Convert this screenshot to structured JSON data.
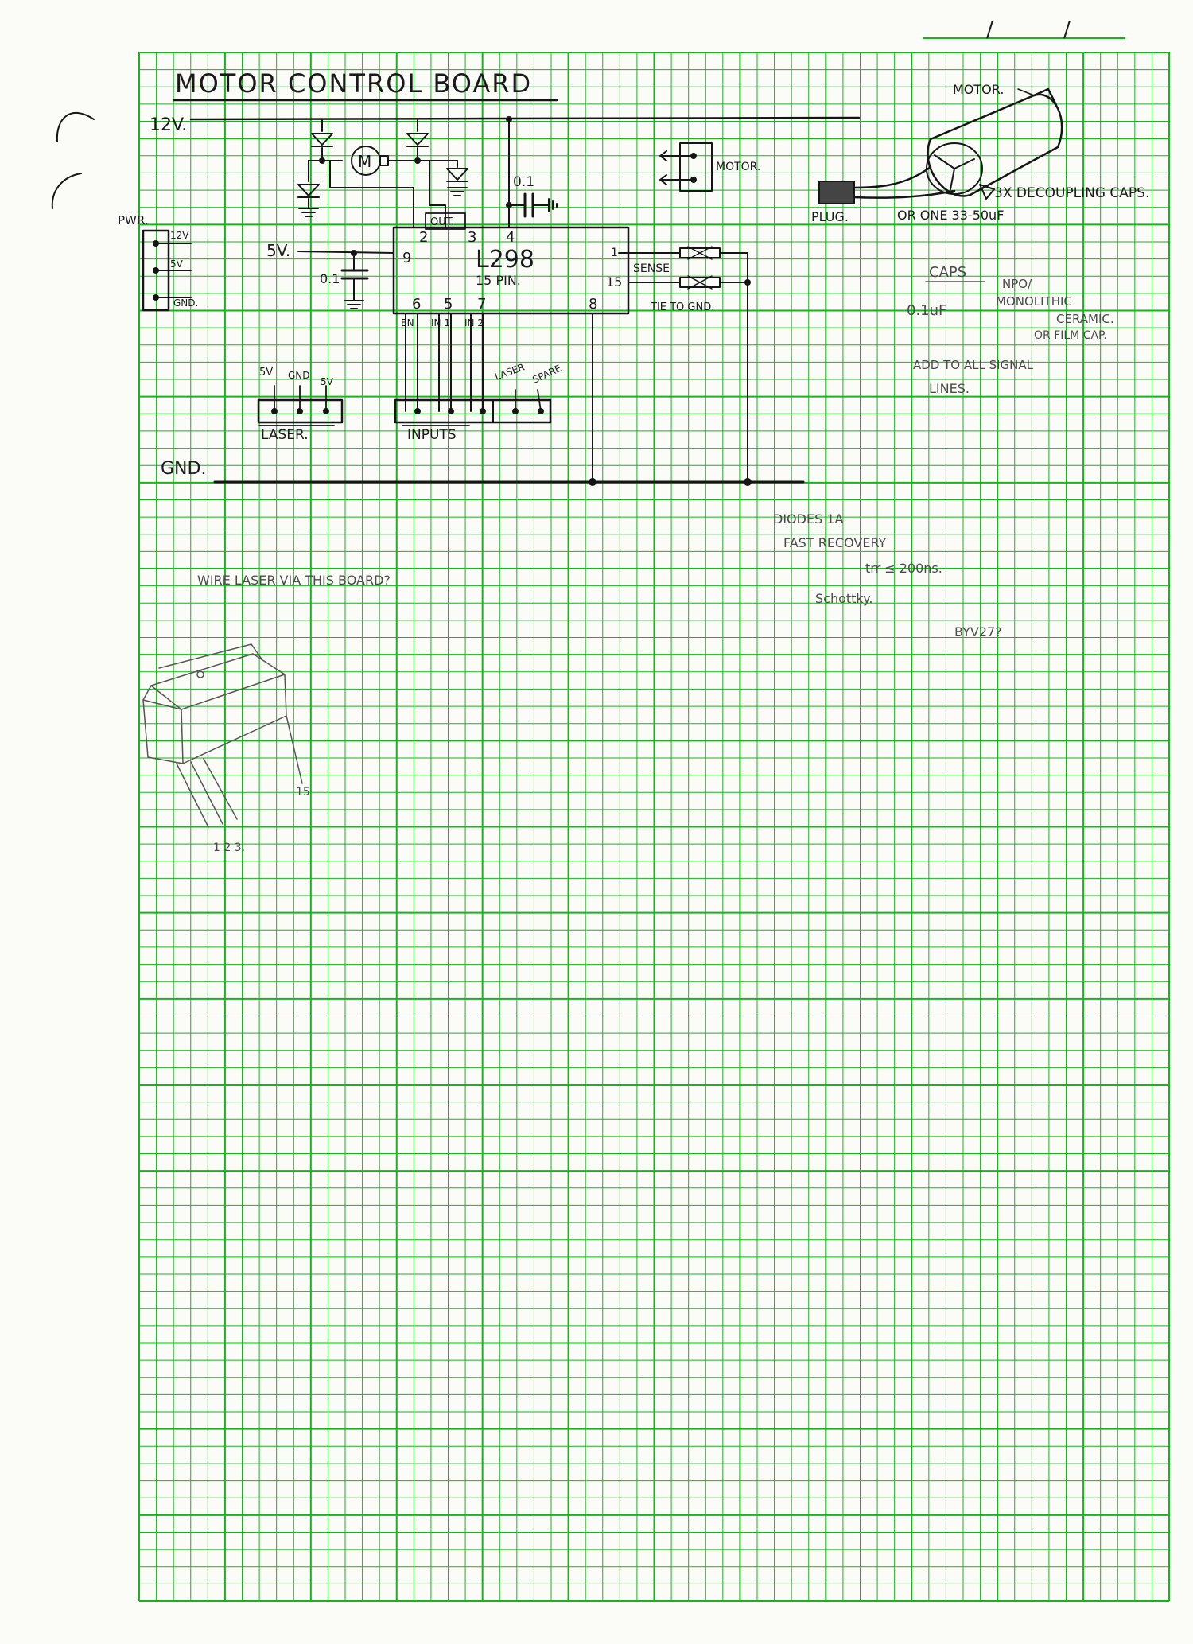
{
  "page": {
    "date_marks": "/ /",
    "grid_color": "#19b31e",
    "paper_color": "#fbfbf8",
    "ink_color": "#151515"
  },
  "schematic": {
    "title": "MOTOR CONTROL BOARD",
    "rail_12v": "12V.",
    "rail_gnd": "GND.",
    "rail_5v": "5V.",
    "motor_symbol": "M",
    "cap_left": "0.1",
    "cap_top": "0.1",
    "ic": {
      "name": "L298",
      "package": "15 PIN.",
      "pin_2": "2",
      "pin_3": "3",
      "pin_4": "4",
      "pin_9": "9",
      "pin_6": "6",
      "pin_5": "5",
      "pin_7": "7",
      "pin_8": "8",
      "pin_1": "1",
      "pin_15": "15",
      "out_label": "OUT.",
      "en_label": "EN",
      "in1_label": "IN 1",
      "in2_label": "IN 2"
    },
    "sense_label": "SENSE",
    "tie_label": "TIE TO GND.",
    "motor_connector_label": "MOTOR.",
    "pwr_connector": {
      "label": "PWR.",
      "pins": [
        "12V",
        "5V",
        "GND."
      ]
    },
    "laser_connector": {
      "label": "LASER.",
      "pins": [
        "5V",
        "GND",
        "5V"
      ]
    },
    "inputs_connector": {
      "label": "INPUTS",
      "extra_pins": [
        "LASER",
        "SPARE"
      ]
    }
  },
  "motor_sketch": {
    "motor_label": "MOTOR.",
    "decoupling_note": "3X DECOUPLING CAPS.",
    "plug_label": "PLUG.",
    "or_one_note": "OR ONE 33-50uF"
  },
  "notes": {
    "caps_heading": "CAPS",
    "cap_value": "0.1uF",
    "cap_type_line1": "NPO/",
    "cap_type_line2": "MONOLITHIC",
    "cap_type_line3": "CERAMIC.",
    "cap_type_line4": "OR FILM CAP.",
    "signal_line1": "ADD TO ALL SIGNAL",
    "signal_line2": "LINES.",
    "diodes_line1": "DIODES   1A",
    "diodes_line2": "FAST RECOVERY",
    "diodes_line3": "trr ≤ 200ns.",
    "diodes_line4": "Schottky.",
    "diodes_line5": "BYV27?",
    "wire_laser": "WIRE LASER VIA THIS BOARD?"
  },
  "package_sketch": {
    "pin_label_15": "15",
    "pin_labels_123": "1 2 3."
  }
}
